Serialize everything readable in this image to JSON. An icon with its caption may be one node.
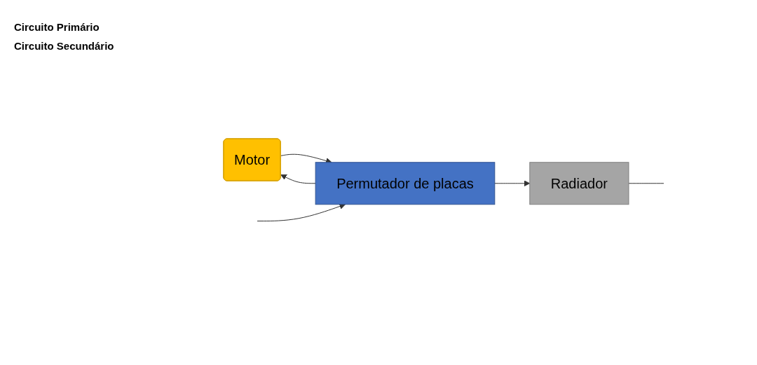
{
  "diagram": {
    "nodes": [
      {
        "text": [
          "Motor"
        ]
      },
      {
        "text": [
          "Permutador de placas"
        ]
      },
      {
        "text": [
          "Radiador"
        ]
      }
    ],
    "edges": [
      {
        "from": 0,
        "to": 1,
        "arrow": "to"
      },
      {
        "from": 1,
        "to": 0,
        "arrow": "to"
      },
      {
        "from": 1,
        "to": 2,
        "arrow": "to"
      },
      {
        "from": 2,
        "to": null,
        "arrow": "none"
      },
      {
        "from": null,
        "to": 1,
        "arrow": "to"
      }
    ],
    "labels": [
      "Circuito Primário",
      "Circuito Secundário"
    ]
  }
}
